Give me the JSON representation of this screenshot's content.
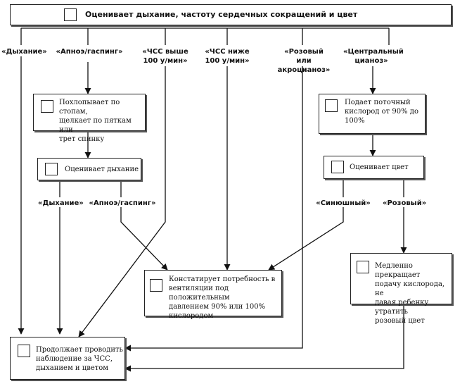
{
  "nodes": {
    "top": "Оценивает дыхание, частоту сердечных сокращений и цвет",
    "stimulate": "Похлопывает по стопам,\nщелкает по пяткам или\nтрет спинку",
    "assess_breathing": "Оценивает дыхание",
    "oxygen": "Подает поточный\nкислород от 90% до\n100%",
    "assess_color": "Оценивает цвет",
    "ventilation": "Констатирует потребность в\nвентиляции под положительным\nдавлением 90% или 100%\nкислородом",
    "withdraw_oxygen": "Медленно прекращает\nподачу кислорода, не\nдавая ребенку утратить\nрозовый цвет",
    "continue_obs": "Продолжает проводить\nнаблюдение за ЧСС,\nдыханием и цветом"
  },
  "labels": {
    "breathing": "«Дыхание»",
    "apnea": "«Апноэ/гаспинг»",
    "hr_above": "«ЧСС выше\n100 у/мин»",
    "hr_below": "«ЧСС ниже\n100 у/мин»",
    "pink_or_acro": "«Розовый или\nакроцианоз»",
    "central_cyanosis": "«Центральный\nцианоз»",
    "breathing2": "«Дыхание»",
    "apnea2": "«Апноэ/гаспинг»",
    "cyanotic": "«Синюшный»",
    "pink": "«Розовый»"
  }
}
